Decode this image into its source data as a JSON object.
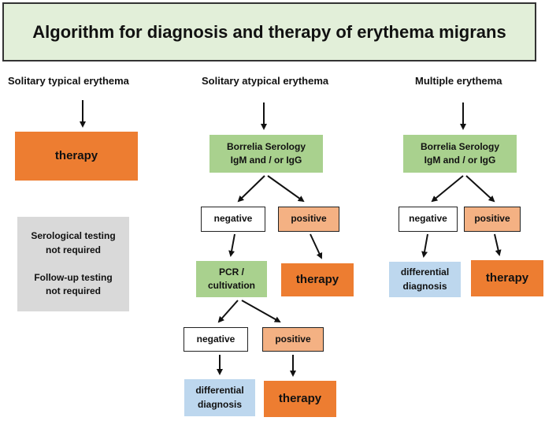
{
  "title": "Algorithm for diagnosis and therapy of erythema migrans",
  "columns": {
    "typical": {
      "heading": "Solitary typical erythema",
      "therapy": "therapy",
      "note_serology": "Serological testing\nnot required",
      "note_followup": "Follow-up testing\nnot required"
    },
    "atypical": {
      "heading": "Solitary atypical erythema",
      "serology": "Borrelia Serology\nIgM and / or IgG",
      "negative": "negative",
      "positive": "positive",
      "therapy_1": "therapy",
      "pcr": "PCR /\ncultivation",
      "negative_2": "negative",
      "positive_2": "positive",
      "differential": "differential\ndiagnosis",
      "therapy_2": "therapy"
    },
    "multiple": {
      "heading": "Multiple erythema",
      "serology": "Borrelia Serology\nIgM and / or IgG",
      "negative": "negative",
      "positive": "positive",
      "differential": "differential\ndiagnosis",
      "therapy": "therapy"
    }
  },
  "colors": {
    "therapy": "#ed7d31",
    "serology": "#a9d18e",
    "positive": "#f4b183",
    "differential": "#bdd7ee",
    "note": "#d9d9d9",
    "title_bg": "#e2efd9"
  }
}
